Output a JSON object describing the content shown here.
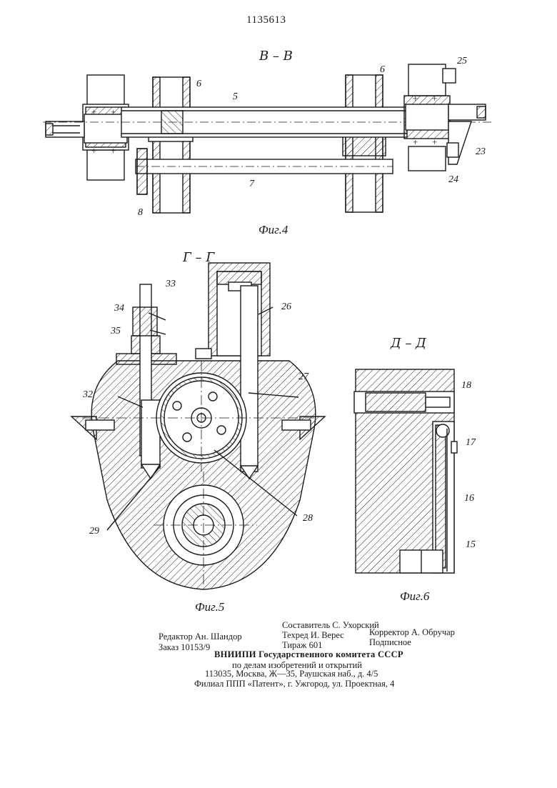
{
  "patent_number": "1135613",
  "figures": {
    "fig4": {
      "section": "В – В",
      "caption": "Фиг.4",
      "labels": {
        "l25": "25",
        "l6a": "6",
        "l6b": "6",
        "l5": "5",
        "l23": "23",
        "l24": "24",
        "l7": "7",
        "l8": "8"
      }
    },
    "fig5": {
      "section": "Г – Г",
      "caption": "Фиг.5",
      "labels": {
        "l33": "33",
        "l34": "34",
        "l35": "35",
        "l26": "26",
        "l27": "27",
        "l32": "32",
        "l28": "28",
        "l29": "29"
      }
    },
    "fig6": {
      "section": "Д – Д",
      "caption": "Фиг.6",
      "labels": {
        "l18": "18",
        "l17": "17",
        "l16": "16",
        "l15": "15"
      }
    }
  },
  "imprint": {
    "compiler": "Составитель С. Ухорский",
    "editor": "Редактор Ан. Шандор",
    "techred": "Техред И. Верес",
    "corrector": "Корректор А. Обручар",
    "order": "Заказ 10153/9",
    "circulation": "Тираж 601",
    "subscription": "Подписное",
    "org_line1": "ВНИИПИ Государственного комитета СССР",
    "org_line2": "по делам изобретений и открытий",
    "address": "113035, Москва, Ж—35, Раушская наб., д. 4/5",
    "branch": "Филиал ППП «Патент», г. Ужгород, ул. Проектная, 4"
  }
}
